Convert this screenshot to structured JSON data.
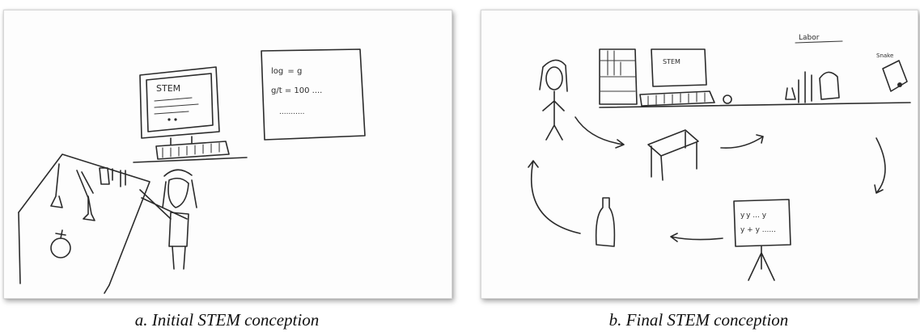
{
  "figure": {
    "panels": [
      {
        "id": "a",
        "caption": "a. Initial STEM conception",
        "monitor_text": "STEM",
        "board_lines": [
          "log  = g",
          "g/t = 100 ....",
          "..........."
        ]
      },
      {
        "id": "b",
        "caption": "b. Final STEM conception",
        "monitor_text": "STEM",
        "board_text": "Labor",
        "board_lines": [
          "y y ... y",
          "y + y ......"
        ],
        "corner_label": "Snake"
      }
    ]
  }
}
